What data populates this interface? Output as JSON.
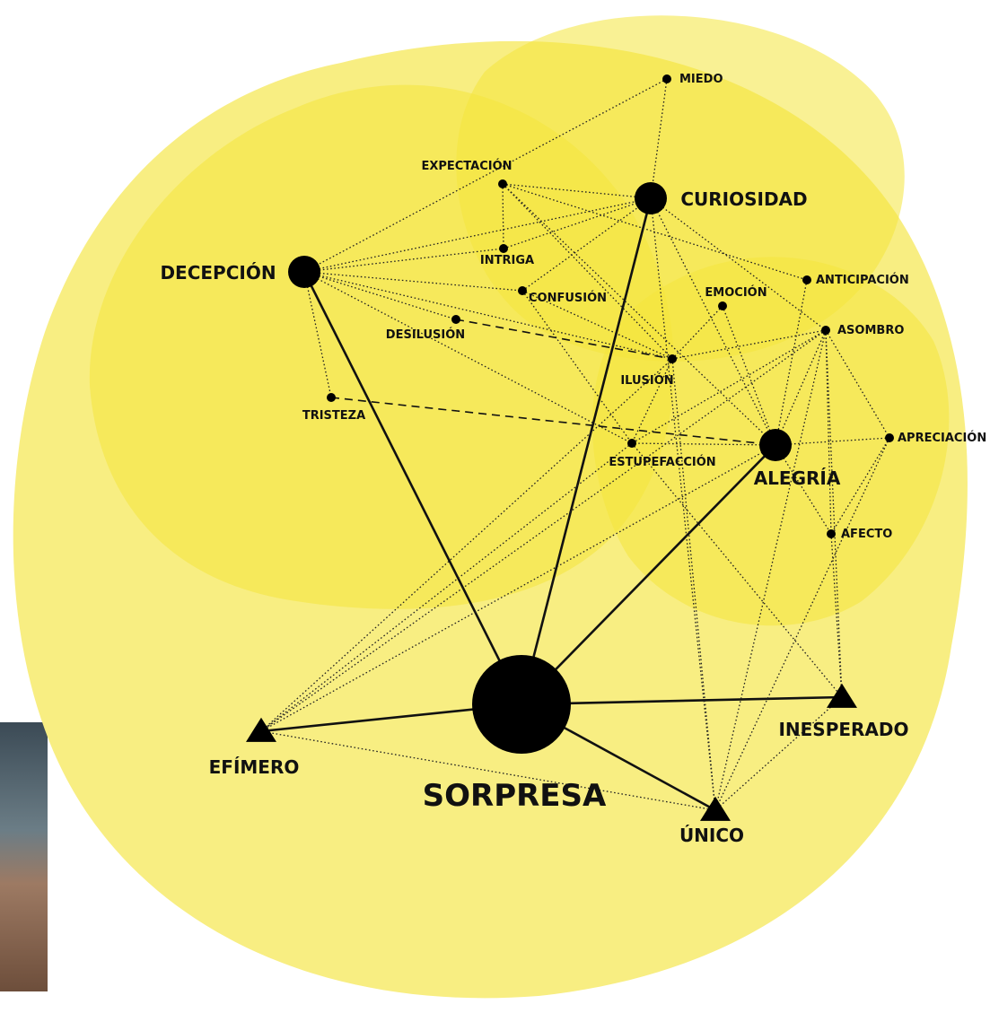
{
  "diagram": {
    "colors": {
      "background": "#ffffff",
      "blob_outer": "#f8ee82",
      "blob_inner": "#f4e63c",
      "node": "#000000",
      "edge": "#111111"
    },
    "nodes": [
      {
        "id": "sorpresa",
        "label": "SORPRESA",
        "shape": "circle",
        "size": "xlarge"
      },
      {
        "id": "decepcion",
        "label": "DECEPCIÓN",
        "shape": "circle",
        "size": "medium"
      },
      {
        "id": "curiosidad",
        "label": "CURIOSIDAD",
        "shape": "circle",
        "size": "medium"
      },
      {
        "id": "alegria",
        "label": "ALEGRÍA",
        "shape": "circle",
        "size": "medium"
      },
      {
        "id": "miedo",
        "label": "MIEDO",
        "shape": "circle",
        "size": "small"
      },
      {
        "id": "expectacion",
        "label": "EXPECTACIÓN",
        "shape": "circle",
        "size": "small"
      },
      {
        "id": "intriga",
        "label": "INTRIGA",
        "shape": "circle",
        "size": "small"
      },
      {
        "id": "confusion",
        "label": "CONFUSIÓN",
        "shape": "circle",
        "size": "small"
      },
      {
        "id": "desilusion",
        "label": "DESILUSIÓN",
        "shape": "circle",
        "size": "small"
      },
      {
        "id": "tristeza",
        "label": "TRISTEZA",
        "shape": "circle",
        "size": "small"
      },
      {
        "id": "emocion",
        "label": "EMOCIÓN",
        "shape": "circle",
        "size": "small"
      },
      {
        "id": "anticipacion",
        "label": "ANTICIPACIÓN",
        "shape": "circle",
        "size": "small"
      },
      {
        "id": "asombro",
        "label": "ASOMBRO",
        "shape": "circle",
        "size": "small"
      },
      {
        "id": "ilusion",
        "label": "ILUSIÓN",
        "shape": "circle",
        "size": "small"
      },
      {
        "id": "estupefaccion",
        "label": "ESTUPEFACCIÓN",
        "shape": "circle",
        "size": "small"
      },
      {
        "id": "apreciacion",
        "label": "APRECIACIÓN",
        "shape": "circle",
        "size": "small"
      },
      {
        "id": "afecto",
        "label": "AFECTO",
        "shape": "circle",
        "size": "small"
      },
      {
        "id": "efimero",
        "label": "EFÍMERO",
        "shape": "triangle",
        "size": "medium"
      },
      {
        "id": "inesperado",
        "label": "INESPERADO",
        "shape": "triangle",
        "size": "medium"
      },
      {
        "id": "unico",
        "label": "ÚNICO",
        "shape": "triangle",
        "size": "medium"
      }
    ],
    "edges": [
      {
        "from": "sorpresa",
        "to": "decepcion",
        "style": "solid"
      },
      {
        "from": "sorpresa",
        "to": "curiosidad",
        "style": "solid"
      },
      {
        "from": "sorpresa",
        "to": "alegria",
        "style": "solid"
      },
      {
        "from": "sorpresa",
        "to": "efimero",
        "style": "solid"
      },
      {
        "from": "sorpresa",
        "to": "inesperado",
        "style": "solid"
      },
      {
        "from": "sorpresa",
        "to": "unico",
        "style": "solid"
      },
      {
        "from": "desilusion",
        "to": "ilusion",
        "style": "dashed"
      },
      {
        "from": "tristeza",
        "to": "alegria",
        "style": "dashed"
      },
      {
        "from": "miedo",
        "to": "curiosidad",
        "style": "dotted"
      },
      {
        "from": "miedo",
        "to": "decepcion",
        "style": "dotted"
      },
      {
        "from": "expectacion",
        "to": "intriga",
        "style": "dotted"
      },
      {
        "from": "expectacion",
        "to": "curiosidad",
        "style": "dotted"
      },
      {
        "from": "expectacion",
        "to": "anticipacion",
        "style": "dotted"
      },
      {
        "from": "expectacion",
        "to": "ilusion",
        "style": "dotted"
      },
      {
        "from": "expectacion",
        "to": "alegria",
        "style": "dotted"
      },
      {
        "from": "intriga",
        "to": "curiosidad",
        "style": "dotted"
      },
      {
        "from": "decepcion",
        "to": "intriga",
        "style": "dotted"
      },
      {
        "from": "decepcion",
        "to": "curiosidad",
        "style": "dotted"
      },
      {
        "from": "decepcion",
        "to": "confusion",
        "style": "dotted"
      },
      {
        "from": "decepcion",
        "to": "desilusion",
        "style": "dotted"
      },
      {
        "from": "decepcion",
        "to": "tristeza",
        "style": "dotted"
      },
      {
        "from": "decepcion",
        "to": "ilusion",
        "style": "dotted"
      },
      {
        "from": "decepcion",
        "to": "estupefaccion",
        "style": "dotted"
      },
      {
        "from": "confusion",
        "to": "curiosidad",
        "style": "dotted"
      },
      {
        "from": "confusion",
        "to": "estupefaccion",
        "style": "dotted"
      },
      {
        "from": "confusion",
        "to": "ilusion",
        "style": "dotted"
      },
      {
        "from": "curiosidad",
        "to": "asombro",
        "style": "dotted"
      },
      {
        "from": "curiosidad",
        "to": "unico",
        "style": "dotted"
      },
      {
        "from": "curiosidad",
        "to": "alegria",
        "style": "dotted"
      },
      {
        "from": "emocion",
        "to": "ilusion",
        "style": "dotted"
      },
      {
        "from": "emocion",
        "to": "alegria",
        "style": "dotted"
      },
      {
        "from": "asombro",
        "to": "ilusion",
        "style": "dotted"
      },
      {
        "from": "asombro",
        "to": "estupefaccion",
        "style": "dotted"
      },
      {
        "from": "asombro",
        "to": "apreciacion",
        "style": "dotted"
      },
      {
        "from": "asombro",
        "to": "afecto",
        "style": "dotted"
      },
      {
        "from": "asombro",
        "to": "inesperado",
        "style": "dotted"
      },
      {
        "from": "asombro",
        "to": "unico",
        "style": "dotted"
      },
      {
        "from": "asombro",
        "to": "efimero",
        "style": "dotted"
      },
      {
        "from": "asombro",
        "to": "alegria",
        "style": "dotted"
      },
      {
        "from": "anticipacion",
        "to": "alegria",
        "style": "dotted"
      },
      {
        "from": "alegria",
        "to": "apreciacion",
        "style": "dotted"
      },
      {
        "from": "alegria",
        "to": "afecto",
        "style": "dotted"
      },
      {
        "from": "alegria",
        "to": "estupefaccion",
        "style": "dotted"
      },
      {
        "from": "alegria",
        "to": "efimero",
        "style": "dotted"
      },
      {
        "from": "apreciacion",
        "to": "afecto",
        "style": "dotted"
      },
      {
        "from": "apreciacion",
        "to": "unico",
        "style": "dotted"
      },
      {
        "from": "afecto",
        "to": "inesperado",
        "style": "dotted"
      },
      {
        "from": "ilusion",
        "to": "efimero",
        "style": "dotted"
      },
      {
        "from": "ilusion",
        "to": "unico",
        "style": "dotted"
      },
      {
        "from": "ilusion",
        "to": "estupefaccion",
        "style": "dotted"
      },
      {
        "from": "estupefaccion",
        "to": "efimero",
        "style": "dotted"
      },
      {
        "from": "estupefaccion",
        "to": "inesperado",
        "style": "dotted"
      },
      {
        "from": "efimero",
        "to": "unico",
        "style": "dotted"
      },
      {
        "from": "inesperado",
        "to": "unico",
        "style": "dotted"
      }
    ]
  }
}
